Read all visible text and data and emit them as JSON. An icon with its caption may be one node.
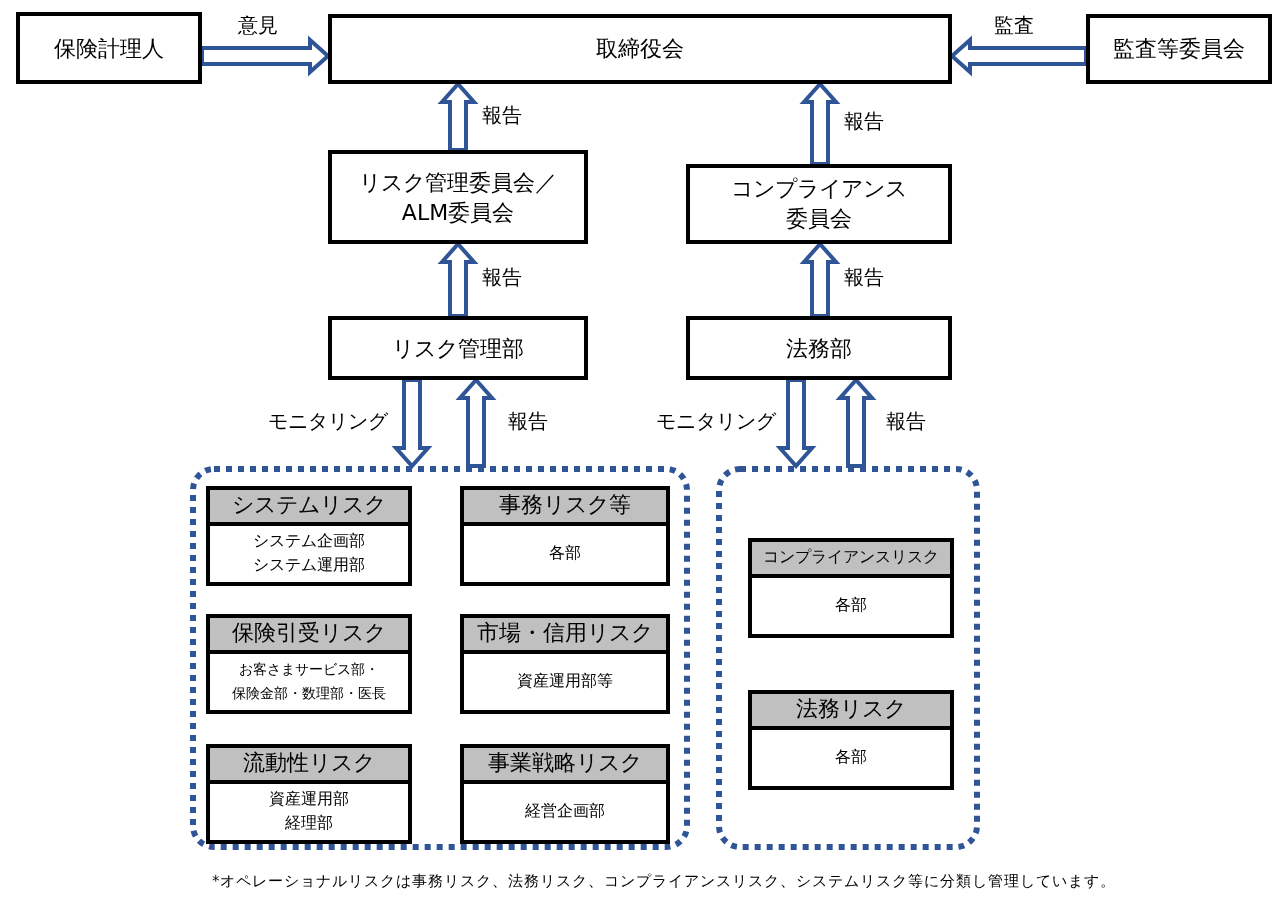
{
  "diagram": {
    "nodes": [
      {
        "text": [
          "保険計理人"
        ]
      },
      {
        "text": [
          "取締役会"
        ]
      },
      {
        "text": [
          "監査等委員会"
        ]
      },
      {
        "text": [
          "リスク管理委員会／ALM委員会"
        ]
      },
      {
        "text": [
          "コンプライアンス委員会"
        ]
      },
      {
        "text": [
          "リスク管理部"
        ]
      },
      {
        "text": [
          "法務部"
        ]
      },
      {
        "text": [],
        "shape": "box"
      },
      {
        "text": [],
        "shape": "box"
      },
      {
        "text": [
          "システムリスク",
          "システム企画部システム運用部"
        ],
        "in": 7
      },
      {
        "text": [
          "事務リスク等",
          "各部"
        ],
        "in": 7
      },
      {
        "text": [
          "保険引受リスク",
          "お客さまサービス部・保険金部・数理部・医長"
        ],
        "in": 7
      },
      {
        "text": [
          "市場・信用リスク",
          "資産運用部等"
        ],
        "in": 7
      },
      {
        "text": [
          "流動性リスク",
          "資産運用部経理部"
        ],
        "in": 7
      },
      {
        "text": [
          "事業戦略リスク",
          "経営企画部"
        ],
        "in": 7
      },
      {
        "text": [
          "コンプライアンスリスク",
          "各部"
        ],
        "in": 8
      },
      {
        "text": [
          "法務リスク",
          "各部"
        ],
        "in": 8
      }
    ],
    "edges": [
      {
        "from": 0,
        "to": 1,
        "arrow": "to",
        "label": "意見"
      },
      {
        "from": 2,
        "to": 1,
        "arrow": "to",
        "label": "監査"
      },
      {
        "from": 3,
        "to": 1,
        "arrow": "to",
        "label": "報告"
      },
      {
        "from": 4,
        "to": 1,
        "arrow": "to",
        "label": "報告"
      },
      {
        "from": 5,
        "to": 3,
        "arrow": "to",
        "label": "報告"
      },
      {
        "from": 6,
        "to": 4,
        "arrow": "to",
        "label": "報告"
      },
      {
        "from": 5,
        "to": 7,
        "arrow": "to",
        "label": "モニタリング"
      },
      {
        "from": 7,
        "to": 5,
        "arrow": "to",
        "label": "報告"
      },
      {
        "from": 6,
        "to": 8,
        "arrow": "to",
        "label": "モニタリング"
      },
      {
        "from": 8,
        "to": 6,
        "arrow": "to",
        "label": "報告"
      }
    ],
    "caption": "*オペレーショナルリスクは事務リスク、法務リスク、コンプライアンスリスク、システムリスク等に分類し管理しています。"
  }
}
